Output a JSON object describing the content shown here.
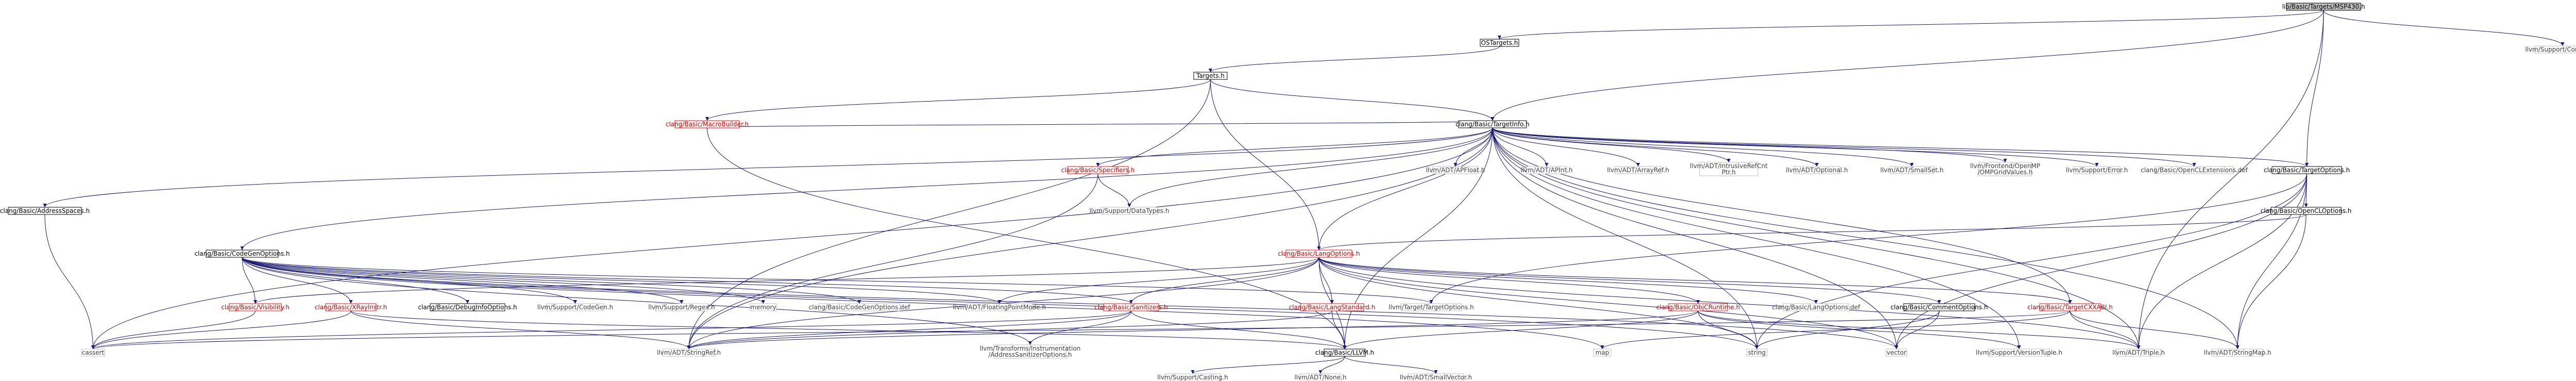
{
  "title": "lib/Basic/Targets/MSP430.h",
  "colors": {
    "edge": "#191970",
    "root_fill": "#bfbfbf",
    "root_stroke": "#000000",
    "internal_stroke": "#000000",
    "internal_text": "#000000",
    "warn_stroke": "#ff0000",
    "warn_text": "#cc0000",
    "external_stroke": "#bfbfbf",
    "external_text": "#404040"
  },
  "nodes": {
    "root": {
      "label": "lib/Basic/Targets/MSP430.h",
      "kind": "root"
    },
    "ostargets": {
      "label": "OSTargets.h",
      "kind": "internal"
    },
    "targets": {
      "label": "Targets.h",
      "kind": "internal"
    },
    "macrobuilder": {
      "label": "clang/Basic/MacroBuilder.h",
      "kind": "warn"
    },
    "targetinfo": {
      "label": "clang/Basic/TargetInfo.h",
      "kind": "internal"
    },
    "compiler": {
      "label": "llvm/Support/Compiler.h",
      "kind": "external"
    },
    "addressspaces": {
      "label": "clang/Basic/AddressSpaces.h",
      "kind": "internal"
    },
    "specifiers": {
      "label": "clang/Basic/Specifiers.h",
      "kind": "warn"
    },
    "datatypes": {
      "label": "llvm/Support/DataTypes.h",
      "kind": "external"
    },
    "apfloat": {
      "label": "llvm/ADT/APFloat.h",
      "kind": "external"
    },
    "apint": {
      "label": "llvm/ADT/APInt.h",
      "kind": "external"
    },
    "arrayref": {
      "label": "llvm/ADT/ArrayRef.h",
      "kind": "external"
    },
    "intrusiverefcnt": {
      "label": "llvm/ADT/IntrusiveRefCntPtr.h",
      "kind": "external",
      "lines": [
        "llvm/ADT/IntrusiveRefCnt",
        "Ptr.h"
      ]
    },
    "optional": {
      "label": "llvm/ADT/Optional.h",
      "kind": "external"
    },
    "smallset": {
      "label": "llvm/ADT/SmallSet.h",
      "kind": "external"
    },
    "ompgrid": {
      "label": "llvm/Frontend/OpenMP/OMPGridValues.h",
      "kind": "external",
      "lines": [
        "llvm/Frontend/OpenMP",
        "/OMPGridValues.h"
      ]
    },
    "error": {
      "label": "llvm/Support/Error.h",
      "kind": "external"
    },
    "openclext": {
      "label": "clang/Basic/OpenCLExtensions.def",
      "kind": "external"
    },
    "targetoptions": {
      "label": "clang/Basic/TargetOptions.h",
      "kind": "internal"
    },
    "openclopts": {
      "label": "clang/Basic/OpenCLOptions.h",
      "kind": "internal"
    },
    "langoptions": {
      "label": "clang/Basic/LangOptions.h",
      "kind": "warn"
    },
    "codegenoptions": {
      "label": "clang/Basic/CodeGenOptions.h",
      "kind": "internal"
    },
    "visibility": {
      "label": "clang/Basic/Visibility.h",
      "kind": "warn"
    },
    "xrayinstr": {
      "label": "clang/Basic/XRayInstr.h",
      "kind": "warn"
    },
    "debuginfo": {
      "label": "clang/Basic/DebugInfoOptions.h",
      "kind": "internal"
    },
    "codegen": {
      "label": "llvm/Support/CodeGen.h",
      "kind": "external"
    },
    "regex": {
      "label": "llvm/Support/Regex.h",
      "kind": "external"
    },
    "memory": {
      "label": "memory",
      "kind": "external"
    },
    "codegenoptsdef": {
      "label": "clang/Basic/CodeGenOptions.def",
      "kind": "external"
    },
    "floatingpoint": {
      "label": "llvm/ADT/FloatingPointMode.h",
      "kind": "external"
    },
    "sanitizers": {
      "label": "clang/Basic/Sanitizers.h",
      "kind": "warn"
    },
    "langstandard": {
      "label": "clang/Basic/LangStandard.h",
      "kind": "warn"
    },
    "targettargetopts": {
      "label": "llvm/Target/TargetOptions.h",
      "kind": "external"
    },
    "objcruntime": {
      "label": "clang/Basic/ObjCRuntime.h",
      "kind": "warn"
    },
    "langoptsdef": {
      "label": "clang/Basic/LangOptions.def",
      "kind": "external"
    },
    "commentopts": {
      "label": "clang/Basic/CommentOptions.h",
      "kind": "internal"
    },
    "targetcxxabi": {
      "label": "clang/Basic/TargetCXXABI.h",
      "kind": "warn"
    },
    "cassert": {
      "label": "cassert",
      "kind": "external"
    },
    "stringref": {
      "label": "llvm/ADT/StringRef.h",
      "kind": "external"
    },
    "asanopts": {
      "label": "llvm/Transforms/Instrumentation/AddressSanitizerOptions.h",
      "kind": "external",
      "lines": [
        "llvm/Transforms/Instrumentation",
        "/AddressSanitizerOptions.h"
      ]
    },
    "llvmh": {
      "label": "clang/Basic/LLVM.h",
      "kind": "internal"
    },
    "map": {
      "label": "map",
      "kind": "external"
    },
    "string": {
      "label": "string",
      "kind": "external"
    },
    "vector": {
      "label": "vector",
      "kind": "external"
    },
    "versiontuple": {
      "label": "llvm/Support/VersionTuple.h",
      "kind": "external"
    },
    "triple": {
      "label": "llvm/ADT/Triple.h",
      "kind": "external"
    },
    "stringmap": {
      "label": "llvm/ADT/StringMap.h",
      "kind": "external"
    },
    "casting": {
      "label": "llvm/Support/Casting.h",
      "kind": "external"
    },
    "none": {
      "label": "llvm/ADT/None.h",
      "kind": "external"
    },
    "smallvector": {
      "label": "llvm/ADT/SmallVector.h",
      "kind": "external"
    }
  },
  "edges": [
    [
      "root",
      "ostargets"
    ],
    [
      "root",
      "targetinfo"
    ],
    [
      "root",
      "compiler"
    ],
    [
      "root",
      "targetoptions"
    ],
    [
      "root",
      "triple"
    ],
    [
      "ostargets",
      "targets"
    ],
    [
      "targets",
      "macrobuilder"
    ],
    [
      "targets",
      "targetinfo"
    ],
    [
      "targets",
      "stringref"
    ],
    [
      "targets",
      "langoptions"
    ],
    [
      "macrobuilder",
      "targetinfo"
    ],
    [
      "macrobuilder",
      "llvmh"
    ],
    [
      "targetinfo",
      "addressspaces"
    ],
    [
      "targetinfo",
      "specifiers"
    ],
    [
      "targetinfo",
      "datatypes"
    ],
    [
      "targetinfo",
      "apfloat"
    ],
    [
      "targetinfo",
      "apint"
    ],
    [
      "targetinfo",
      "arrayref"
    ],
    [
      "targetinfo",
      "intrusiverefcnt"
    ],
    [
      "targetinfo",
      "optional"
    ],
    [
      "targetinfo",
      "smallset"
    ],
    [
      "targetinfo",
      "ompgrid"
    ],
    [
      "targetinfo",
      "error"
    ],
    [
      "targetinfo",
      "openclext"
    ],
    [
      "targetinfo",
      "targetoptions"
    ],
    [
      "targetinfo",
      "langoptions"
    ],
    [
      "targetinfo",
      "codegenoptions"
    ],
    [
      "targetinfo",
      "llvmh"
    ],
    [
      "targetinfo",
      "cassert"
    ],
    [
      "targetinfo",
      "string"
    ],
    [
      "targetinfo",
      "vector"
    ],
    [
      "targetinfo",
      "versiontuple"
    ],
    [
      "targetinfo",
      "triple"
    ],
    [
      "targetinfo",
      "stringmap"
    ],
    [
      "targetinfo",
      "stringref"
    ],
    [
      "targetinfo",
      "targetcxxabi"
    ],
    [
      "addressspaces",
      "cassert"
    ],
    [
      "specifiers",
      "datatypes"
    ],
    [
      "specifiers",
      "stringref"
    ],
    [
      "targetoptions",
      "openclopts"
    ],
    [
      "targetoptions",
      "string"
    ],
    [
      "targetoptions",
      "vector"
    ],
    [
      "targetoptions",
      "stringmap"
    ],
    [
      "targetoptions",
      "triple"
    ],
    [
      "targetoptions",
      "targettargetopts"
    ],
    [
      "openclopts",
      "langoptions"
    ],
    [
      "openclopts",
      "stringmap"
    ],
    [
      "langoptions",
      "visibility"
    ],
    [
      "langoptions",
      "sanitizers"
    ],
    [
      "langoptions",
      "langstandard"
    ],
    [
      "langoptions",
      "objcruntime"
    ],
    [
      "langoptions",
      "langoptsdef"
    ],
    [
      "langoptions",
      "commentopts"
    ],
    [
      "langoptions",
      "targetcxxabi"
    ],
    [
      "langoptions",
      "floatingpoint"
    ],
    [
      "langoptions",
      "llvmh"
    ],
    [
      "langoptions",
      "string"
    ],
    [
      "langoptions",
      "vector"
    ],
    [
      "langoptions",
      "triple"
    ],
    [
      "langoptions",
      "stringref"
    ],
    [
      "codegenoptions",
      "visibility"
    ],
    [
      "codegenoptions",
      "xrayinstr"
    ],
    [
      "codegenoptions",
      "debuginfo"
    ],
    [
      "codegenoptions",
      "codegen"
    ],
    [
      "codegenoptions",
      "regex"
    ],
    [
      "codegenoptions",
      "memory"
    ],
    [
      "codegenoptions",
      "codegenoptsdef"
    ],
    [
      "codegenoptions",
      "floatingpoint"
    ],
    [
      "codegenoptions",
      "sanitizers"
    ],
    [
      "codegenoptions",
      "targettargetopts"
    ],
    [
      "codegenoptions",
      "asanopts"
    ],
    [
      "codegenoptions",
      "map"
    ],
    [
      "codegenoptions",
      "string"
    ],
    [
      "codegenoptions",
      "vector"
    ],
    [
      "visibility",
      "cassert"
    ],
    [
      "xrayinstr",
      "llvmh"
    ],
    [
      "xrayinstr",
      "cassert"
    ],
    [
      "xrayinstr",
      "stringref"
    ],
    [
      "sanitizers",
      "llvmh"
    ],
    [
      "sanitizers",
      "stringref"
    ],
    [
      "sanitizers",
      "asanopts"
    ],
    [
      "sanitizers",
      "cassert"
    ],
    [
      "langstandard",
      "llvmh"
    ],
    [
      "langstandard",
      "stringref"
    ],
    [
      "objcruntime",
      "llvmh"
    ],
    [
      "objcruntime",
      "versiontuple"
    ],
    [
      "objcruntime",
      "triple"
    ],
    [
      "objcruntime",
      "string"
    ],
    [
      "objcruntime",
      "stringref"
    ],
    [
      "commentopts",
      "string"
    ],
    [
      "commentopts",
      "vector"
    ],
    [
      "targetcxxabi",
      "triple"
    ],
    [
      "targetcxxabi",
      "stringmap"
    ],
    [
      "targetcxxabi",
      "map"
    ],
    [
      "targetcxxabi",
      "cassert"
    ],
    [
      "llvmh",
      "casting"
    ],
    [
      "llvmh",
      "none"
    ],
    [
      "llvmh",
      "smallvector"
    ]
  ]
}
